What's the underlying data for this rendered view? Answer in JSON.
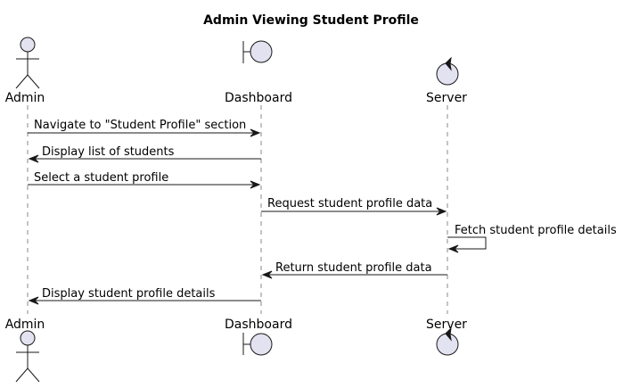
{
  "title": "Admin Viewing Student Profile",
  "participants": [
    {
      "label": "Admin",
      "kind": "actor"
    },
    {
      "label": "Dashboard",
      "kind": "boundary"
    },
    {
      "label": "Server",
      "kind": "control"
    }
  ],
  "messages": [
    {
      "from": 0,
      "to": 1,
      "text": "Navigate to \"Student Profile\" section"
    },
    {
      "from": 1,
      "to": 0,
      "text": "Display list of students"
    },
    {
      "from": 0,
      "to": 1,
      "text": "Select a student profile"
    },
    {
      "from": 1,
      "to": 2,
      "text": "Request student profile data"
    },
    {
      "from": 2,
      "to": 2,
      "text": "Fetch student profile details"
    },
    {
      "from": 2,
      "to": 1,
      "text": "Return student profile data"
    },
    {
      "from": 1,
      "to": 0,
      "text": "Display student profile details"
    }
  ],
  "colors": {
    "participant_fill": "#E2E2F0",
    "line": "#181818",
    "lifeline": "#888888"
  }
}
